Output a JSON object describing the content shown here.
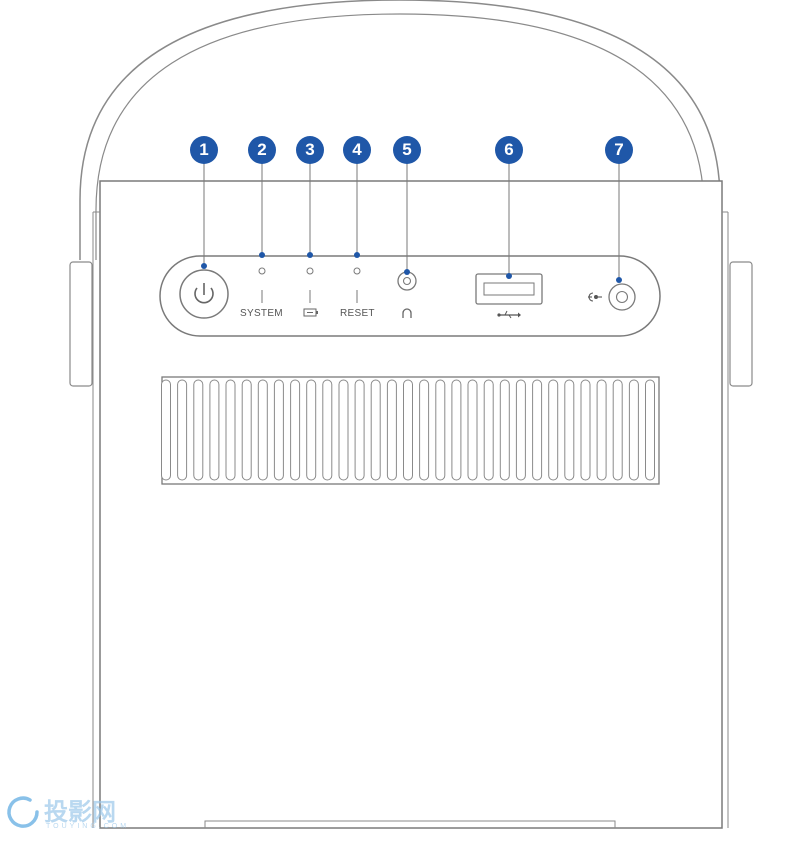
{
  "diagram": {
    "callouts": [
      "1",
      "2",
      "3",
      "4",
      "5",
      "6",
      "7"
    ],
    "labels": {
      "system": "SYSTEM",
      "reset": "RESET"
    },
    "callout_color": "#1f57a8",
    "line_color": "#7a7a7a"
  },
  "watermark": {
    "text": "投影网",
    "sub": "TOUYING.COM"
  }
}
